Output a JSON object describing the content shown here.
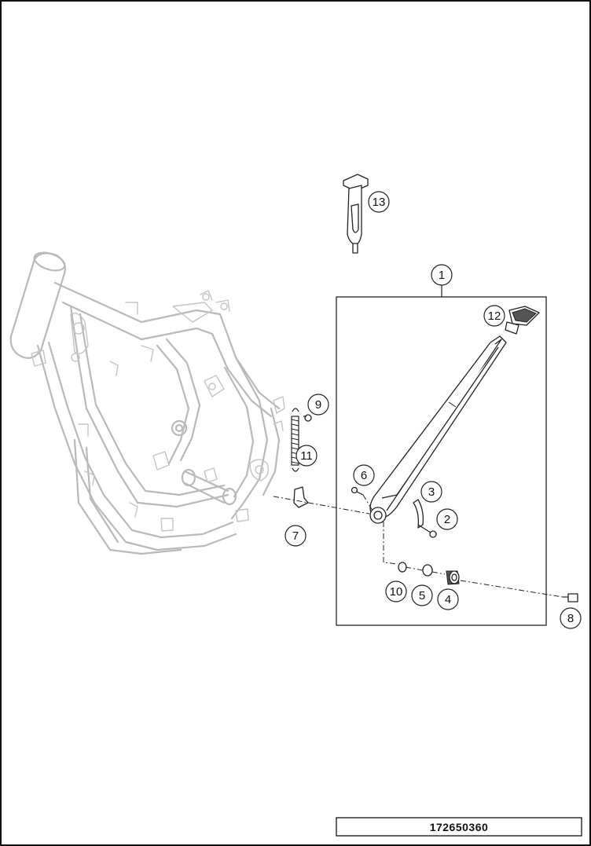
{
  "diagram": {
    "reference_number": "172650360",
    "callouts": [
      {
        "id": "c1",
        "label": "1"
      },
      {
        "id": "c2",
        "label": "2"
      },
      {
        "id": "c3",
        "label": "3"
      },
      {
        "id": "c4",
        "label": "4"
      },
      {
        "id": "c5",
        "label": "5"
      },
      {
        "id": "c6",
        "label": "6"
      },
      {
        "id": "c7",
        "label": "7"
      },
      {
        "id": "c8",
        "label": "8"
      },
      {
        "id": "c9",
        "label": "9"
      },
      {
        "id": "c10",
        "label": "10"
      },
      {
        "id": "c11",
        "label": "11"
      },
      {
        "id": "c12",
        "label": "12"
      },
      {
        "id": "c13",
        "label": "13"
      }
    ]
  }
}
